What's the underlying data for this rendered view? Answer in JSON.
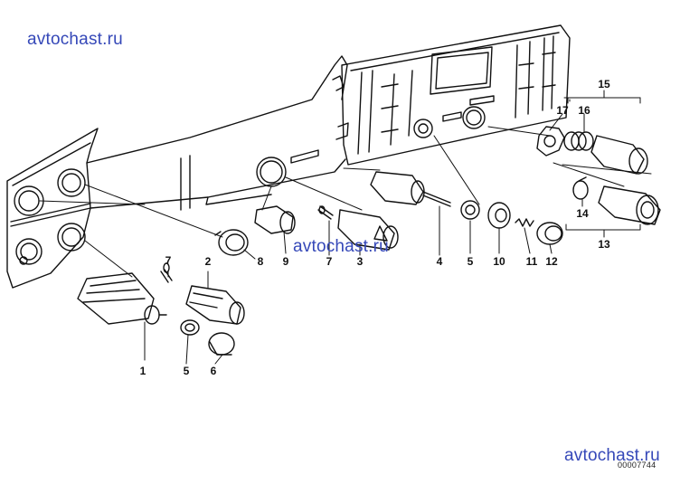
{
  "watermarks": {
    "top_left": "avtochast.ru",
    "middle": "avtochast.ru",
    "bottom_right": "avtochast.ru"
  },
  "diagram_code": "00007744",
  "callouts": [
    {
      "id": "c1",
      "text": "1"
    },
    {
      "id": "c2",
      "text": "2"
    },
    {
      "id": "c3",
      "text": "3"
    },
    {
      "id": "c4",
      "text": "4"
    },
    {
      "id": "c5a",
      "text": "5"
    },
    {
      "id": "c5b",
      "text": "5"
    },
    {
      "id": "c6",
      "text": "6"
    },
    {
      "id": "c7a",
      "text": "7"
    },
    {
      "id": "c7b",
      "text": "7"
    },
    {
      "id": "c8",
      "text": "8"
    },
    {
      "id": "c9",
      "text": "9"
    },
    {
      "id": "c10",
      "text": "10"
    },
    {
      "id": "c11",
      "text": "11"
    },
    {
      "id": "c12",
      "text": "12"
    },
    {
      "id": "c13",
      "text": "13"
    },
    {
      "id": "c14",
      "text": "14"
    },
    {
      "id": "c15",
      "text": "15"
    },
    {
      "id": "c16",
      "text": "16"
    },
    {
      "id": "c17",
      "text": "17"
    }
  ]
}
